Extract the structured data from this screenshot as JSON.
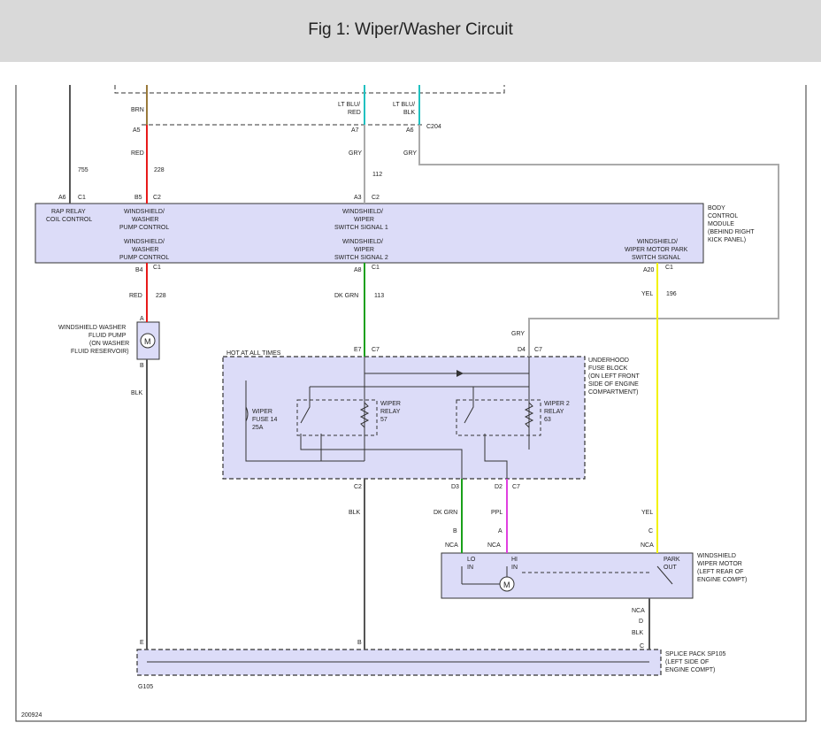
{
  "header": {
    "title": "Fig 1: Wiper/Washer Circuit"
  },
  "colors": {
    "red": "#e81a1a",
    "brn": "#9a7a3a",
    "grn": "#1aa01a",
    "gry": "#aaaaaa",
    "yel": "#f2f200",
    "blk": "#555555",
    "ppl": "#e040e0",
    "teal": "#20c0c0",
    "box_fill": "#dcdcf8"
  },
  "wires": {
    "brn": "BRN",
    "ltblu_red": [
      "LT BLU/",
      "RED"
    ],
    "ltblu_blk": [
      "LT BLU/",
      "BLK"
    ],
    "red": "RED",
    "gry": "GRY",
    "dkgrn": "DK GRN",
    "yel": "YEL",
    "blk": "BLK",
    "ppl": "PPL",
    "n755": "755",
    "n228": "228",
    "n112": "112",
    "n113": "113",
    "n196": "196"
  },
  "pins": {
    "a5": "A5",
    "a7": "A7",
    "a6": "A6",
    "a3": "A3",
    "b5": "B5",
    "b4": "B4",
    "a8": "A8",
    "a20": "A20",
    "c1": "C1",
    "c2": "C2",
    "c7": "C7",
    "e7": "E7",
    "d4": "D4",
    "d3": "D3",
    "d2": "D2",
    "a": "A",
    "b": "B",
    "c": "C",
    "d": "D",
    "e": "E",
    "nca": "NCA",
    "c204": "C204",
    "g105": "G105"
  },
  "bcm": {
    "name": [
      "BODY",
      "CONTROL",
      "MODULE",
      "(BEHIND RIGHT",
      "KICK PANEL)"
    ],
    "rap": [
      "RAP RELAY",
      "COIL CONTROL"
    ],
    "pump": [
      "WINDSHIELD/",
      "WASHER",
      "PUMP CONTROL"
    ],
    "sw1": [
      "WINDSHIELD/",
      "WIPER",
      "SWITCH SIGNAL 1"
    ],
    "sw2": [
      "WINDSHIELD/",
      "WIPER",
      "SWITCH SIGNAL 2"
    ],
    "park": [
      "WINDSHIELD/",
      "WIPER MOTOR PARK",
      "SWITCH SIGNAL"
    ]
  },
  "pump": {
    "name": [
      "WINDSHIELD WASHER",
      "FLUID PUMP",
      "(ON WASHER",
      "FLUID RESERVOIR)"
    ],
    "symbol": "M"
  },
  "fuseblock": {
    "name": [
      "UNDERHOOD",
      "FUSE BLOCK",
      "(ON LEFT FRONT",
      "SIDE OF ENGINE",
      "COMPARTMENT)"
    ],
    "hot": "HOT AT ALL TIMES",
    "fuse": [
      "WIPER",
      "FUSE 14",
      "25A"
    ],
    "relay1": [
      "WIPER",
      "RELAY",
      "57"
    ],
    "relay2": [
      "WIPER 2",
      "RELAY",
      "63"
    ]
  },
  "motor": {
    "name": [
      "WINDSHIELD",
      "WIPER MOTOR",
      "(LEFT REAR OF",
      "ENGINE COMPT)"
    ],
    "lo": [
      "LO",
      "IN"
    ],
    "hi": [
      "HI",
      "IN"
    ],
    "park": [
      "PARK",
      "OUT"
    ],
    "symbol": "M"
  },
  "splice": {
    "name": [
      "SPLICE PACK SP105",
      "(LEFT SIDE OF",
      "ENGINE COMPT)"
    ]
  },
  "footer": {
    "code": "200924"
  }
}
